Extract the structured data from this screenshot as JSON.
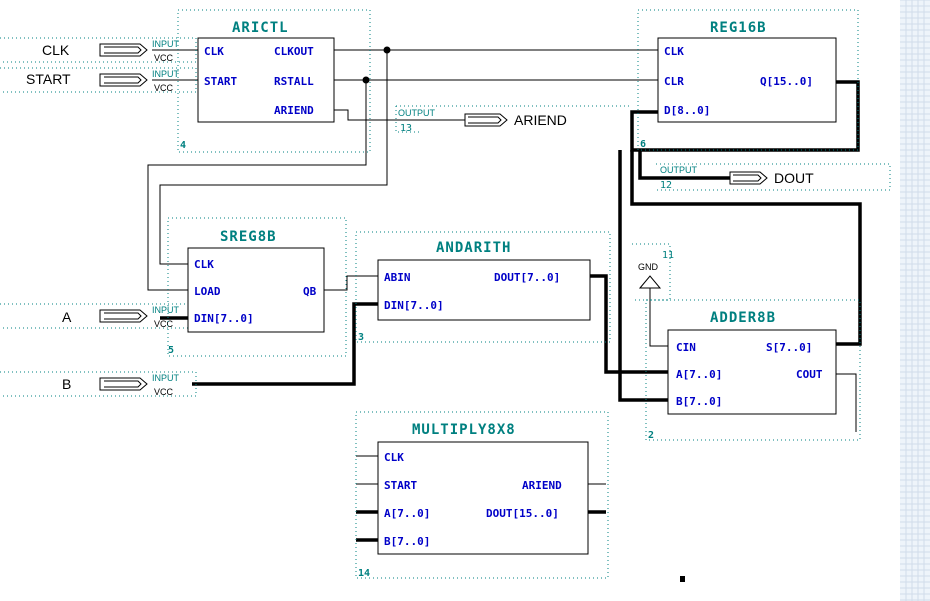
{
  "blocks": {
    "arictl": {
      "name": "ARICTL",
      "number": "4",
      "ports": {
        "clk": "CLK",
        "start": "START",
        "clkout": "CLKOUT",
        "rstall": "RSTALL",
        "ariend": "ARIEND"
      }
    },
    "reg16b": {
      "name": "REG16B",
      "number": "6",
      "ports": {
        "clk": "CLK",
        "clr": "CLR",
        "d": "D[8..0]",
        "q": "Q[15..0]"
      }
    },
    "sreg8b": {
      "name": "SREG8B",
      "number": "5",
      "ports": {
        "clk": "CLK",
        "load": "LOAD",
        "din": "DIN[7..0]",
        "qb": "QB"
      }
    },
    "andarith": {
      "name": "ANDARITH",
      "number": "3",
      "ports": {
        "abin": "ABIN",
        "din": "DIN[7..0]",
        "dout": "DOUT[7..0]"
      }
    },
    "adder8b": {
      "name": "ADDER8B",
      "number": "2",
      "ports": {
        "cin": "CIN",
        "a": "A[7..0]",
        "b": "B[7..0]",
        "s": "S[7..0]",
        "cout": "COUT"
      }
    },
    "multiply8x8": {
      "name": "MULTIPLY8X8",
      "number": "14",
      "ports": {
        "clk": "CLK",
        "start": "START",
        "a": "A[7..0]",
        "b": "B[7..0]",
        "ariend": "ARIEND",
        "dout": "DOUT[15..0]"
      }
    }
  },
  "inputs": [
    {
      "signal": "CLK",
      "tag": "INPUT",
      "supply": "VCC"
    },
    {
      "signal": "START",
      "tag": "INPUT",
      "supply": "VCC"
    },
    {
      "signal": "A",
      "tag": "INPUT",
      "supply": "VCC"
    },
    {
      "signal": "B",
      "tag": "INPUT",
      "supply": "VCC"
    }
  ],
  "outputs": [
    {
      "signal": "ARIEND",
      "tag": "OUTPUT",
      "number": "13"
    },
    {
      "signal": "DOUT",
      "tag": "OUTPUT",
      "number": "12"
    }
  ],
  "gnd": {
    "label": "GND",
    "number": "11"
  }
}
